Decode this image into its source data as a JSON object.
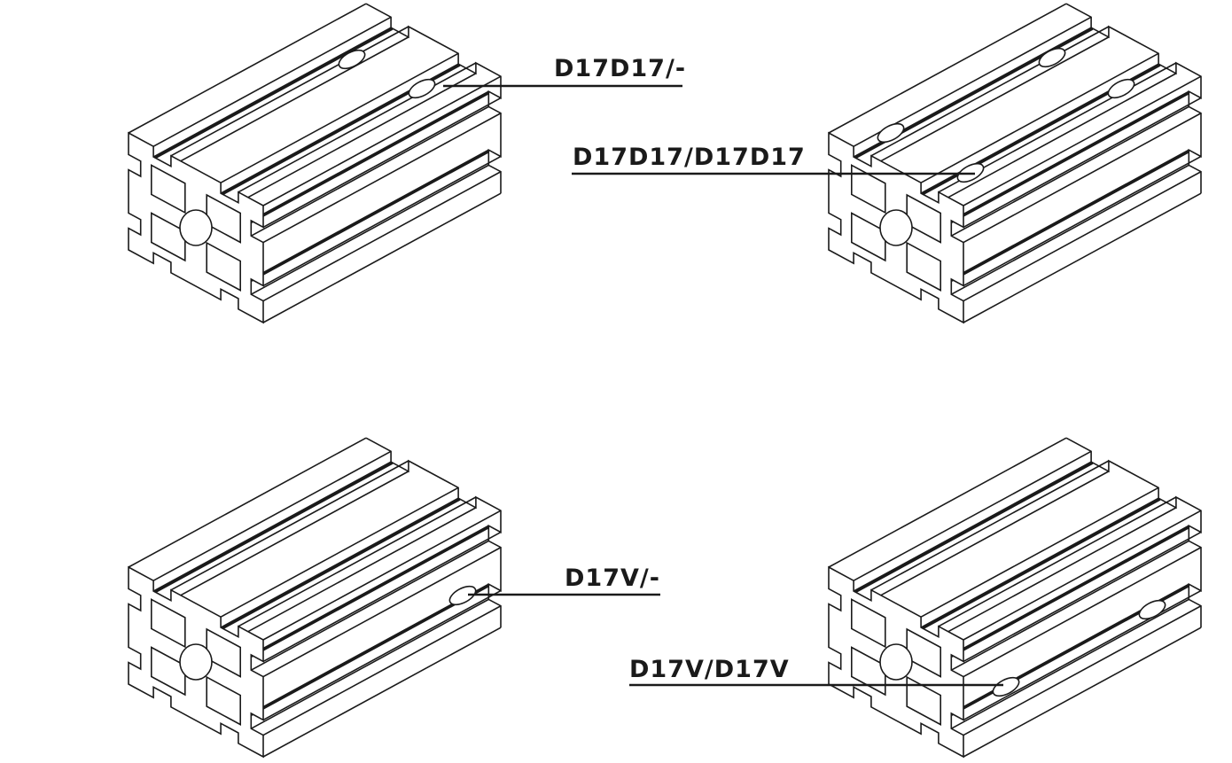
{
  "labels": {
    "top_left": "D17D17/-",
    "top_right": "D17D17/D17D17",
    "bottom_left": "D17V/-",
    "bottom_right": "D17V/D17V"
  },
  "colors": {
    "line": "#1a1a1a",
    "background": "#ffffff"
  }
}
